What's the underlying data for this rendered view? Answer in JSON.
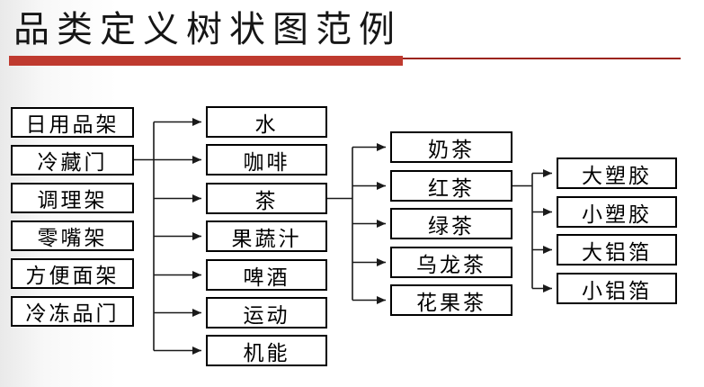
{
  "slide": {
    "title": "品类定义树状图范例"
  },
  "colors": {
    "accent_bar": "#bf3a2f",
    "accent_line": "#9b241c",
    "box_border": "#000000",
    "connector": "#1a1a1a",
    "background": "#ffffff"
  },
  "tree": {
    "level1": {
      "items": [
        "日用品架",
        "冷藏门",
        "调理架",
        "零嘴架",
        "方便面架",
        "冷冻品门"
      ]
    },
    "level2": {
      "items": [
        "水",
        "咖啡",
        "茶",
        "果蔬汁",
        "啤酒",
        "运动",
        "机能"
      ]
    },
    "level3": {
      "items": [
        "奶茶",
        "红茶",
        "绿茶",
        "乌龙茶",
        "花果茶"
      ]
    },
    "level4": {
      "items": [
        "大塑胶",
        "小塑胶",
        "大铝箔",
        "小铝箔"
      ]
    }
  }
}
